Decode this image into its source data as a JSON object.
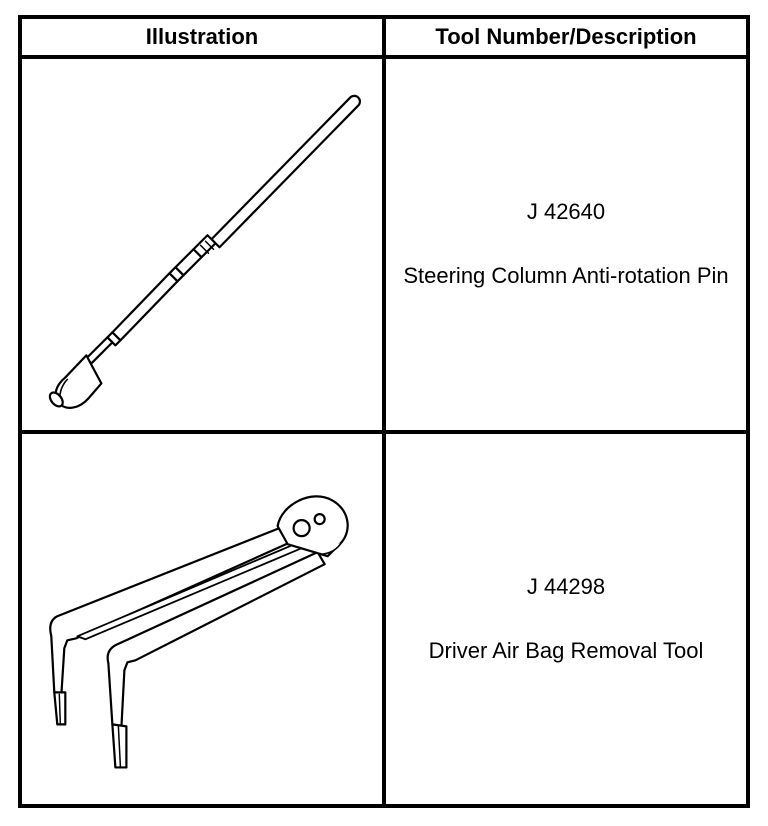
{
  "table": {
    "headers": {
      "illustration": "Illustration",
      "tool": "Tool Number/Description"
    },
    "rows": [
      {
        "tool_number": "J 42640",
        "description": "Steering Column Anti-rotation Pin",
        "illustration_icon": "anti-rotation-pin-icon"
      },
      {
        "tool_number": "J 44298",
        "description": "Driver Air Bag Removal Tool",
        "illustration_icon": "air-bag-removal-tool-icon"
      }
    ]
  }
}
